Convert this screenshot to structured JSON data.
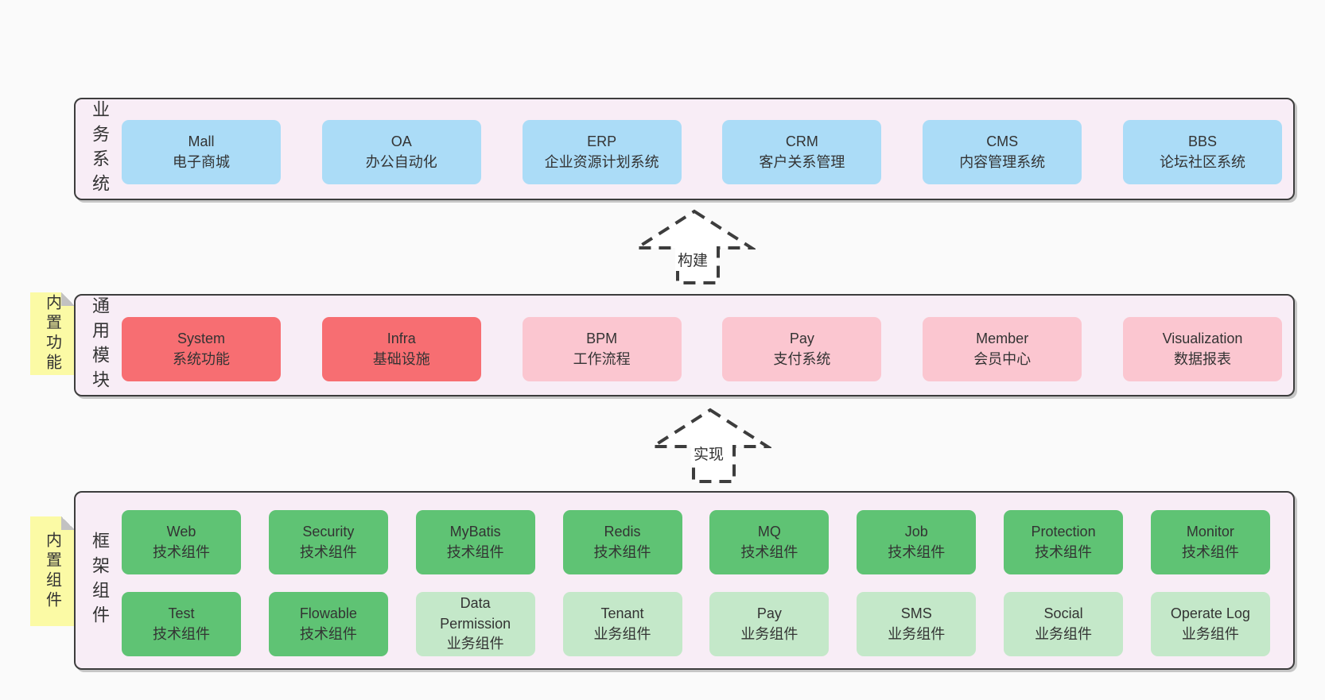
{
  "colors": {
    "page_background": "#fafafa",
    "layer_background": "#f8edf6",
    "layer_border": "#3d3d3d",
    "box_blue": "#abdcf7",
    "box_red": "#f76e72",
    "box_pink": "#fbc6d0",
    "box_green_dark": "#5fc374",
    "box_green_light": "#c4e8c9",
    "note_yellow": "#fbfaa5",
    "text": "#333333"
  },
  "arrows": [
    {
      "label": "构建"
    },
    {
      "label": "实现"
    }
  ],
  "layers": [
    {
      "id": "business-systems",
      "label": "业务系统",
      "note": null,
      "rows": [
        [
          {
            "title": "Mall",
            "subtitle": "电子商城",
            "variant": "blue"
          },
          {
            "title": "OA",
            "subtitle": "办公自动化",
            "variant": "blue"
          },
          {
            "title": "ERP",
            "subtitle": "企业资源计划系统",
            "variant": "blue"
          },
          {
            "title": "CRM",
            "subtitle": "客户关系管理",
            "variant": "blue"
          },
          {
            "title": "CMS",
            "subtitle": "内容管理系统",
            "variant": "blue"
          },
          {
            "title": "BBS",
            "subtitle": "论坛社区系统",
            "variant": "blue"
          }
        ]
      ]
    },
    {
      "id": "common-modules",
      "label": "通用模块",
      "note": "内置功能",
      "rows": [
        [
          {
            "title": "System",
            "subtitle": "系统功能",
            "variant": "red"
          },
          {
            "title": "Infra",
            "subtitle": "基础设施",
            "variant": "red"
          },
          {
            "title": "BPM",
            "subtitle": "工作流程",
            "variant": "pink"
          },
          {
            "title": "Pay",
            "subtitle": "支付系统",
            "variant": "pink"
          },
          {
            "title": "Member",
            "subtitle": "会员中心",
            "variant": "pink"
          },
          {
            "title": "Visualization",
            "subtitle": "数据报表",
            "variant": "pink"
          }
        ]
      ]
    },
    {
      "id": "framework-components",
      "label": "框架组件",
      "note": "内置组件",
      "rows": [
        [
          {
            "title": "Web",
            "subtitle": "技术组件",
            "variant": "green-dark"
          },
          {
            "title": "Security",
            "subtitle": "技术组件",
            "variant": "green-dark"
          },
          {
            "title": "MyBatis",
            "subtitle": "技术组件",
            "variant": "green-dark"
          },
          {
            "title": "Redis",
            "subtitle": "技术组件",
            "variant": "green-dark"
          },
          {
            "title": "MQ",
            "subtitle": "技术组件",
            "variant": "green-dark"
          },
          {
            "title": "Job",
            "subtitle": "技术组件",
            "variant": "green-dark"
          },
          {
            "title": "Protection",
            "subtitle": "技术组件",
            "variant": "green-dark"
          },
          {
            "title": "Monitor",
            "subtitle": "技术组件",
            "variant": "green-dark"
          }
        ],
        [
          {
            "title": "Test",
            "subtitle": "技术组件",
            "variant": "green-dark"
          },
          {
            "title": "Flowable",
            "subtitle": "技术组件",
            "variant": "green-dark"
          },
          {
            "title": "Data Permission",
            "subtitle": "业务组件",
            "variant": "green-light"
          },
          {
            "title": "Tenant",
            "subtitle": "业务组件",
            "variant": "green-light"
          },
          {
            "title": "Pay",
            "subtitle": "业务组件",
            "variant": "green-light"
          },
          {
            "title": "SMS",
            "subtitle": "业务组件",
            "variant": "green-light"
          },
          {
            "title": "Social",
            "subtitle": "业务组件",
            "variant": "green-light"
          },
          {
            "title": "Operate Log",
            "subtitle": "业务组件",
            "variant": "green-light"
          }
        ]
      ]
    }
  ]
}
